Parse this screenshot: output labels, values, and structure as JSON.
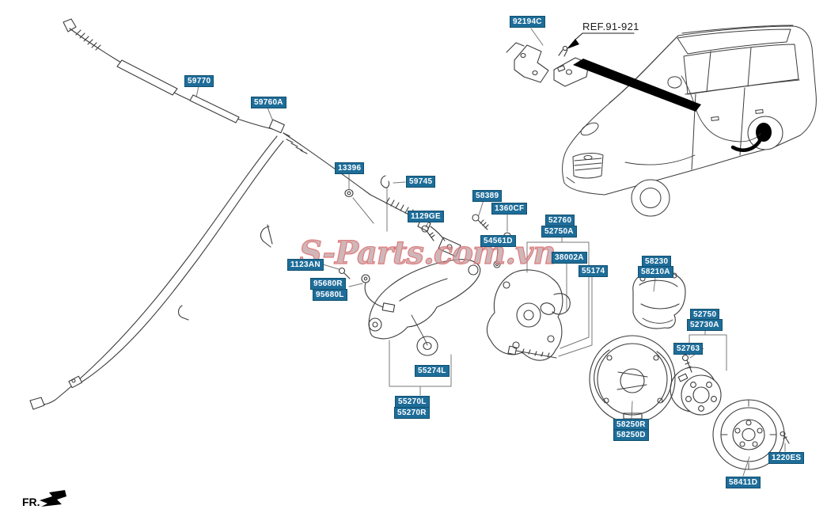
{
  "page": {
    "watermark": "S-Parts.com.vn",
    "ref_label": "REF.91-921",
    "fr_label": "FR.",
    "labels": [
      {
        "text": "92194C"
      },
      {
        "text": "59770"
      },
      {
        "text": "59760A"
      },
      {
        "text": "13396"
      },
      {
        "text": "59745"
      },
      {
        "text": "58389"
      },
      {
        "text": "1360CF"
      },
      {
        "text": "1129GE"
      },
      {
        "text": "52760"
      },
      {
        "text": "52750A"
      },
      {
        "text": "54561D"
      },
      {
        "text": "38002A"
      },
      {
        "text": "55174"
      },
      {
        "text": "58230"
      },
      {
        "text": "58210A"
      },
      {
        "text": "1123AN"
      },
      {
        "text": "95680R"
      },
      {
        "text": "95680L"
      },
      {
        "text": "52750"
      },
      {
        "text": "52730A"
      },
      {
        "text": "52763"
      },
      {
        "text": "55274L"
      },
      {
        "text": "55270L"
      },
      {
        "text": "55270R"
      },
      {
        "text": "58250R"
      },
      {
        "text": "58250D"
      },
      {
        "text": "1220ES"
      },
      {
        "text": "58411D"
      }
    ],
    "colors": {
      "label_bg": "#1e6d99",
      "label_border": "#11506f",
      "line_art": "#3c3c3c",
      "leader_line": "#787878",
      "watermark_red": "#e06060"
    }
  }
}
